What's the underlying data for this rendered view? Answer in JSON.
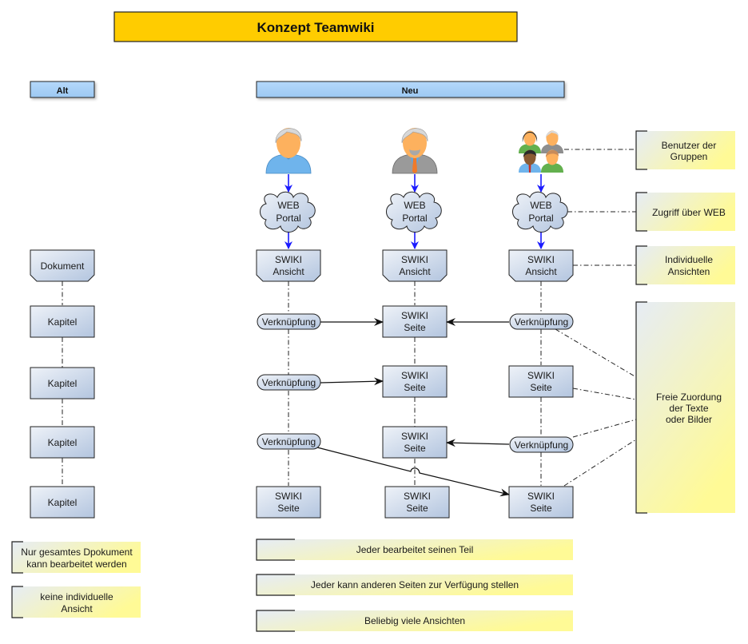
{
  "title": "Konzept Teamwiki",
  "headers": {
    "old": "Alt",
    "new": "Neu"
  },
  "colors": {
    "title_bg": "#FFCC00",
    "header_bg": "#A9D1F7",
    "box_light": "#E8EEF7",
    "box_dark": "#B5C7E0",
    "note_yellow": "#FFFB9A",
    "flow_arrow": "#1A1AFF"
  },
  "users": [
    {
      "icon": "user-icon",
      "label": ""
    },
    {
      "icon": "manager-user-icon",
      "label": ""
    },
    {
      "icon": "user-group-icon",
      "label": ""
    }
  ],
  "portal": {
    "line1": "WEB",
    "line2": "Portal"
  },
  "view": {
    "line1": "SWIKI",
    "line2": "Ansicht"
  },
  "page": {
    "line1": "SWIKI",
    "line2": "Seite"
  },
  "link": "Verknüpfung",
  "old_column": {
    "document": "Dokument",
    "chapters": [
      "Kapitel",
      "Kapitel",
      "Kapitel",
      "Kapitel"
    ]
  },
  "side_notes": [
    {
      "line1": "Benutzer der",
      "line2": "Gruppen"
    },
    {
      "line1": "Zugriff über WEB",
      "line2": ""
    },
    {
      "line1": "Individuelle",
      "line2": "Ansichten"
    },
    {
      "line1": "Freie Zuordung",
      "line2": "der Texte",
      "line3": "oder Bilder"
    }
  ],
  "old_notes": [
    {
      "line1": "Nur gesamtes Dpokument",
      "line2": "kann bearbeitet werden"
    },
    {
      "line1": "keine individuelle",
      "line2": "Ansicht"
    }
  ],
  "new_notes": [
    "Jeder bearbeitet seinen Teil",
    "Jeder kann anderen Seiten zur Verfügung stellen",
    "Beliebig viele Ansichten"
  ]
}
